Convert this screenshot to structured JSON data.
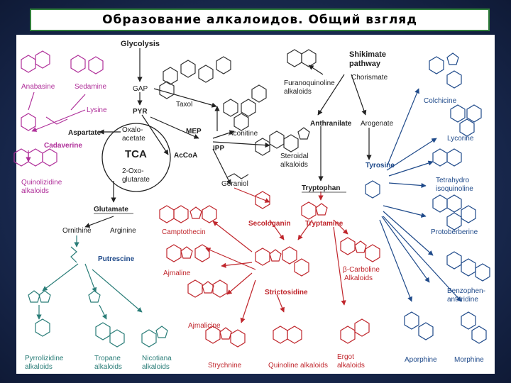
{
  "title": "Образование алкалоидов. Общий взгляд",
  "colors": {
    "background": "#1d2f57",
    "panel": "#ffffff",
    "title_border": "#2f7d3a",
    "black": "#222222",
    "magenta": "#b0309a",
    "red": "#c0262c",
    "blue": "#1f4a8a",
    "teal": "#2a7d78"
  },
  "labels": {
    "glycolysis": "Glycolysis",
    "gap": "GAP",
    "pyr": "PYR",
    "lysine": "Lysine",
    "aspartate": "Aspartate",
    "oxaloacetate_1": "Oxalo-",
    "oxaloacetate_2": "acetate",
    "tca": "TCA",
    "oxoglutarate_1": "2-Oxo-",
    "oxoglutarate_2": "glutarate",
    "acetylcoa": "AcCoA",
    "mep": "MEP",
    "ipp": "IPP",
    "taxol": "Taxol",
    "aconitine": "Aconitine",
    "geraniol": "Geraniol",
    "steroidal_1": "Steroidal",
    "steroidal_2": "alkaloids",
    "furanoquinoline_1": "Furanoquinoline",
    "furanoquinoline_2": "alkaloids",
    "shikimate_1": "Shikimate",
    "shikimate_2": "pathway",
    "chorismate": "Chorismate",
    "anthranilate": "Anthranilate",
    "arogenate": "Arogenate",
    "tryptophan": "Tryptophan",
    "tyrosine": "Tyrosine",
    "colchicine": "Colchicine",
    "lycorine": "Lycorine",
    "tetrahydroisoquinoline_1": "Tetrahydro",
    "tetrahydroisoquinoline_2": "isoquinoline",
    "protoberberine": "Protoberberine",
    "benzophenanthridine_1": "Benzophen-",
    "benzophenanthridine_2": "anthridine",
    "aporphine": "Aporphine",
    "morphine": "Morphine",
    "anabasine": "Anabasine",
    "sedamine": "Sedamine",
    "cadaverine": "Cadaverine",
    "quinolizidine_1": "Quinolizidine",
    "quinolizidine_2": "alkaloids",
    "glutamate": "Glutamate",
    "ornithine": "Ornithine",
    "arginine": "Arginine",
    "putrescine": "Putrescine",
    "pyrrolizidine_1": "Pyrrolizidine",
    "pyrrolizidine_2": "alkaloids",
    "tropane_1": "Tropane",
    "tropane_2": "alkaloids",
    "nicotiana_1": "Nicotiana",
    "nicotiana_2": "alkaloids",
    "camptothecin": "Camptothecin",
    "secologanin": "Secologanin",
    "tryptamine": "Tryptamine",
    "ajmaline": "Ajmaline",
    "beta_carboline_1": "β-Carboline",
    "beta_carboline_2": "Alkaloids",
    "strictosidine": "Strictosidine",
    "ajmalicine": "Ajmalicine",
    "strychnine": "Strychnine",
    "quinoline": "Quinoline alkaloids",
    "ergot_1": "Ergot",
    "ergot_2": "alkaloids"
  }
}
